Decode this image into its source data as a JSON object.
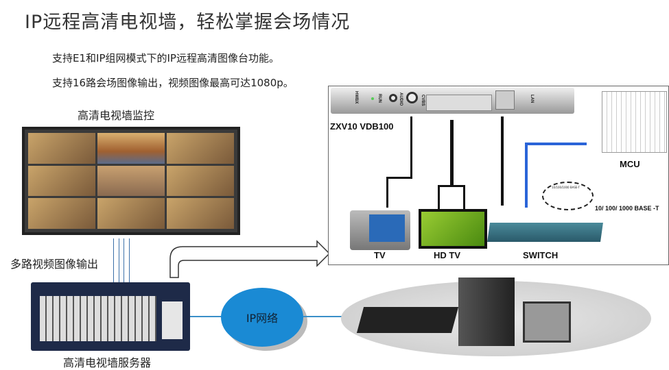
{
  "title": "IP远程高清电视墙，轻松掌握会场情况",
  "descriptions": [
    "支持E1和IP组网模式下的IP远程高清图像台功能。",
    "支持16路会场图像输出，视频图像最高可达1080p。"
  ],
  "labels": {
    "video_wall": "高清电视墙监控",
    "multi_output": "多路视频图像输出",
    "server": "高清电视墙服务器",
    "ip_network": "IP网络",
    "card_model": "ZXV10 VDB100",
    "tv": "TV",
    "hdtv": "HD TV",
    "switch": "SWITCH",
    "mcu": "MCU",
    "base_t": "10/ 100/ 1000  BASE -T",
    "base_t_small": "10/100/1000 BASE-T",
    "port_labels": [
      "HWBX",
      "RUN",
      "AUDIO",
      "CVBS",
      "LAN"
    ]
  }
}
